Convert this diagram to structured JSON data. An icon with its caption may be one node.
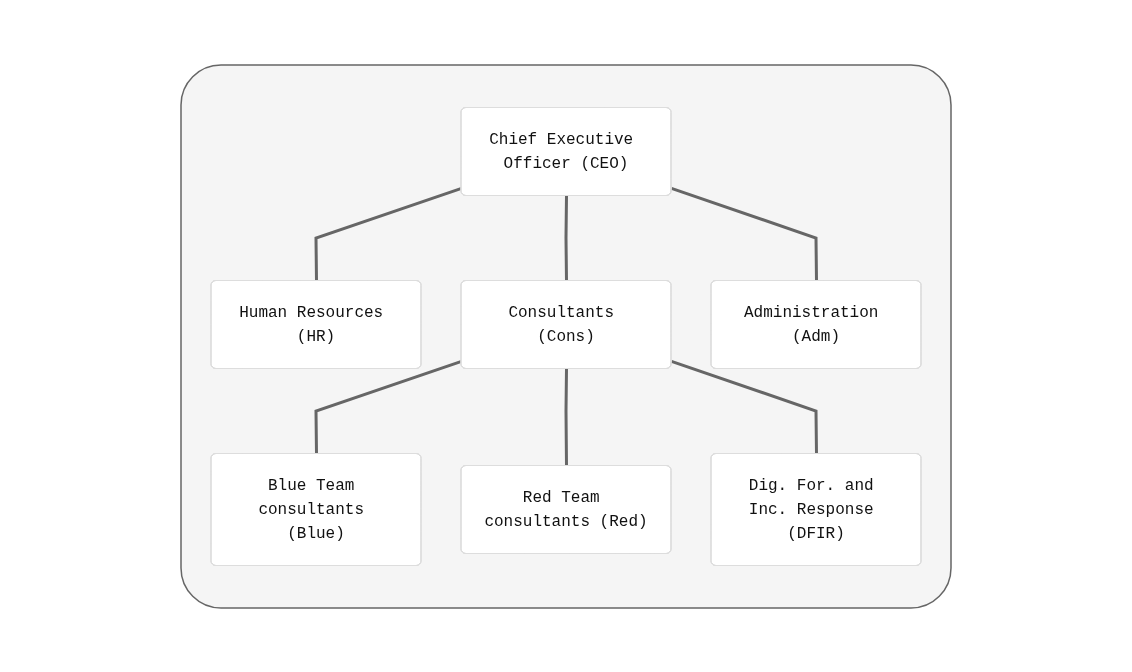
{
  "diagram": {
    "nodes": [
      {
        "text": [],
        "shape": "box"
      },
      {
        "text": [
          "Chief Executive Officer (CEO)"
        ],
        "in": 0
      },
      {
        "text": [
          "Human Resources (HR)"
        ],
        "in": 0
      },
      {
        "text": [
          "Consultants (Cons)"
        ],
        "in": 0
      },
      {
        "text": [
          "Administration (Adm)"
        ],
        "in": 0
      },
      {
        "text": [
          "Blue Team consultants (Blue)"
        ],
        "in": 0
      },
      {
        "text": [
          "Red Team consultants (Red)"
        ],
        "in": 0
      },
      {
        "text": [
          "Dig. For. and Inc. Response (DFIR)"
        ],
        "in": 0
      }
    ],
    "edges": [
      {
        "from": 1,
        "to": 2,
        "arrow": "none"
      },
      {
        "from": 1,
        "to": 3,
        "arrow": "none"
      },
      {
        "from": 1,
        "to": 4,
        "arrow": "none"
      },
      {
        "from": 3,
        "to": 5,
        "arrow": "none"
      },
      {
        "from": 3,
        "to": 6,
        "arrow": "none"
      },
      {
        "from": 3,
        "to": 7,
        "arrow": "none"
      }
    ]
  }
}
